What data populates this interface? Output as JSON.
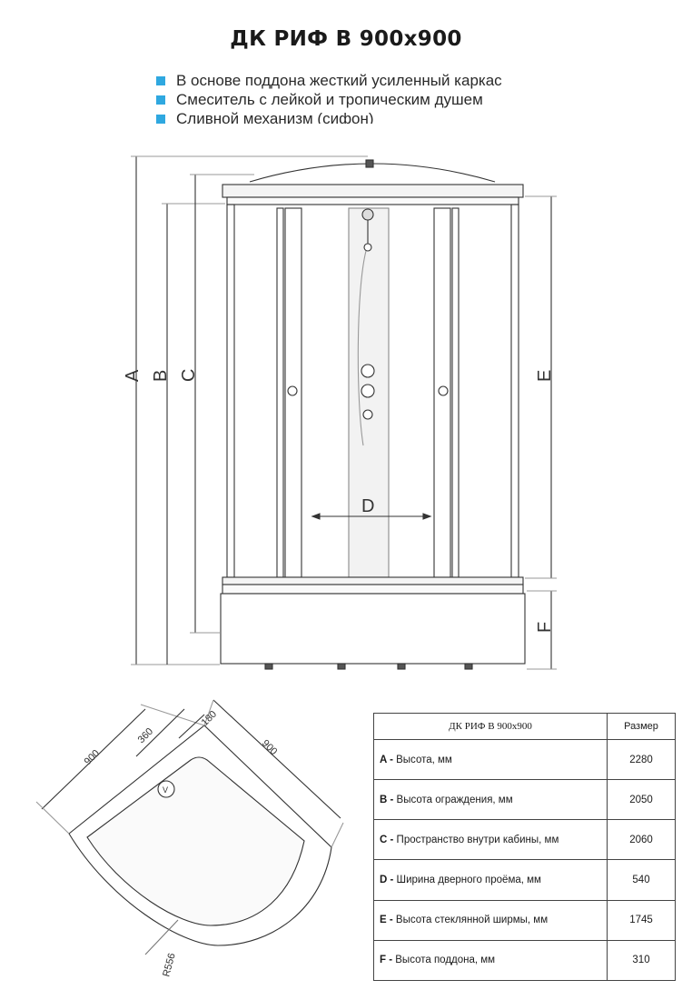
{
  "title": "ДК РИФ В 900х900",
  "features": [
    "В основе поддона жесткий усиленный каркас",
    "Смеситель с лейкой и тропическим душем",
    "Сливной механизм (сифон)"
  ],
  "colors": {
    "bullet": "#2fa8e0",
    "line": "#333333"
  },
  "front_view": {
    "dimension_labels": {
      "A": "A",
      "B": "B",
      "C": "C",
      "D": "D",
      "E": "E",
      "F": "F"
    }
  },
  "top_view": {
    "dimensions": {
      "side_left": "900",
      "side_right": "900",
      "drain_offset": "360",
      "edge_offset": "180",
      "radius": "R556"
    }
  },
  "spec_table": {
    "header_name": "ДК РИФ В 900х900",
    "header_value": "Размер",
    "rows": [
      {
        "code": "A",
        "label": "Высота, мм",
        "value": "2280"
      },
      {
        "code": "B",
        "label": "Высота ограждения, мм",
        "value": "2050"
      },
      {
        "code": "C",
        "label": "Пространство внутри кабины, мм",
        "value": "2060"
      },
      {
        "code": "D",
        "label": "Ширина дверного проёма, мм",
        "value": "540"
      },
      {
        "code": "E",
        "label": "Высота стеклянной ширмы, мм",
        "value": "1745"
      },
      {
        "code": "F",
        "label": "Высота поддона, мм",
        "value": "310"
      }
    ]
  }
}
